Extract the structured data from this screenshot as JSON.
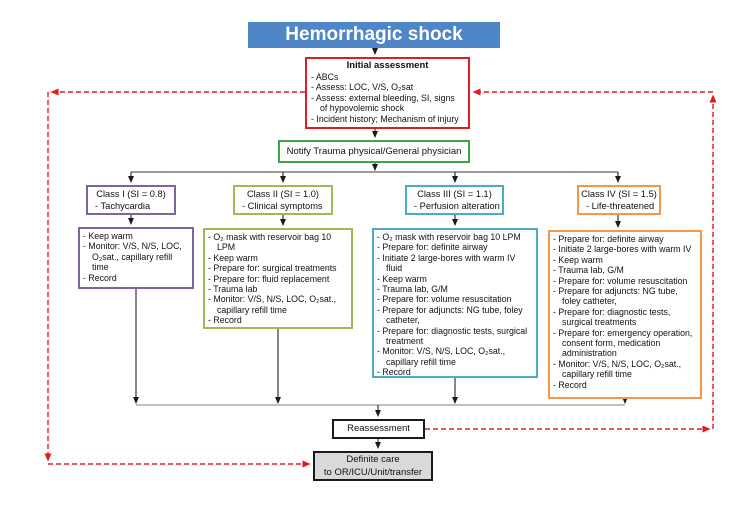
{
  "title": "Hemorrhagic shock",
  "initial": {
    "heading": "Initial assessment",
    "items": [
      "- ABCs",
      "- Assess: LOC, V/S, O₂sat",
      "- Assess: external bleeding, SI, signs of hypovolemic shock",
      "- Incident history; Mechanism of injury"
    ]
  },
  "notify": {
    "label": "Notify Trauma physical/General physician"
  },
  "classes": [
    {
      "heading": "Class I (SI = 0.8)",
      "subheading": "- Tachycardia",
      "color": "#8064a2",
      "actions": [
        "- Keep warm",
        "- Monitor: V/S, N/S, LOC, O₂sat., capillary refill time",
        "- Record"
      ]
    },
    {
      "heading": "Class II (SI = 1.0)",
      "subheading": "- Clinical symptoms",
      "color": "#9bbb59",
      "actions": [
        "- O₂ mask with reservoir bag 10 LPM",
        "- Keep warm",
        "- Prepare for: surgical treatments",
        "- Prepare for: fluid replacement",
        "- Trauma lab",
        "- Monitor: V/S, N/S, LOC, O₂sat., capillary refill time",
        "- Record"
      ]
    },
    {
      "heading": "Class III (SI = 1.1)",
      "subheading": "- Perfusion alteration",
      "color": "#4bacc6",
      "actions": [
        "- O₂ mask with reservoir bag 10 LPM",
        "- Prepare for: definite airway",
        "- Initiate 2 large-bores with warm IV fluid",
        "- Keep warm",
        "- Trauma lab, G/M",
        "- Prepare for: volume resuscitation",
        "- Prepare for adjuncts: NG tube, foley catheter,",
        "- Prepare for: diagnostic tests, surgical treatment",
        "- Monitor: V/S, N/S, LOC, O₂sat., capillary refill time",
        "- Record"
      ]
    },
    {
      "heading": "Class IV (SI = 1.5)",
      "subheading": "- Life-threatened",
      "color": "#f79646",
      "actions": [
        "- Prepare for: definite airway",
        "- Initiate 2 large-bores with warm IV",
        "- Keep warm",
        "- Trauma lab, G/M",
        "- Prepare for: volume resuscitation",
        "- Prepare for adjuncts: NG tube, foley catheter,",
        "- Prepare for: diagnostic tests, surgical treatments",
        "- Prepare for: emergency operation, consent form, medication administration",
        "- Monitor: V/S, N/S, LOC, O₂sat., capillary refill time",
        "- Record"
      ]
    }
  ],
  "reassessment": {
    "label": "Reassessment"
  },
  "definite_care": {
    "lines": [
      "Definite care",
      "to OR/ICU/Unit/transfer"
    ]
  },
  "colors": {
    "title_bg": "#4e86c8",
    "initial_border": "#e01c1c",
    "notify_border": "#3fa54a",
    "loop": "#e01c1c",
    "connector_black": "#222222",
    "collector_gray": "#828282",
    "definite_fill": "#d9d9d9"
  }
}
